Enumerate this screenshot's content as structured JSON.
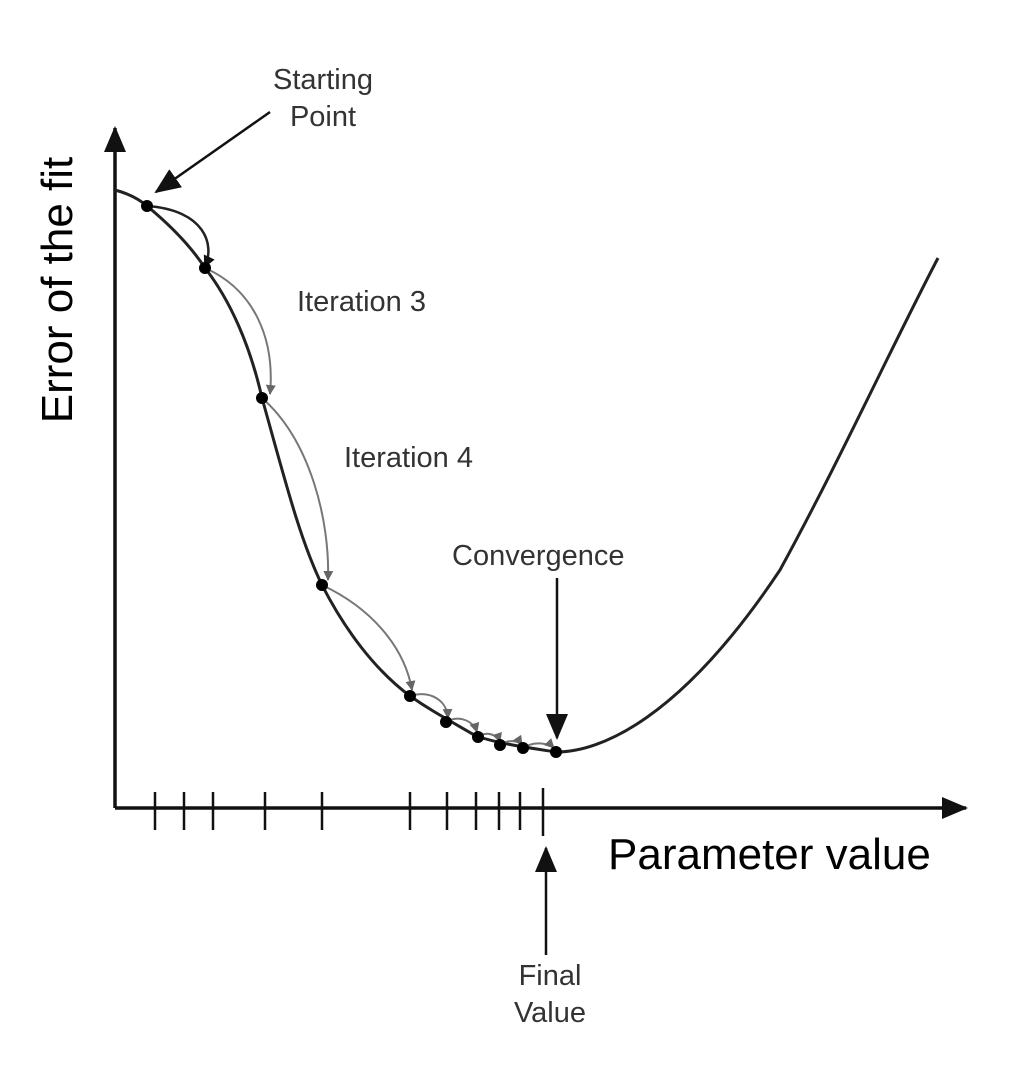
{
  "diagram": {
    "x_axis_label": "Parameter value",
    "y_axis_label": "Error of the fit",
    "annotations": {
      "starting_point": [
        "Starting",
        "Point"
      ],
      "iteration_3": "Iteration 3",
      "iteration_4": "Iteration 4",
      "convergence": "Convergence",
      "final_value": [
        "Final",
        "Value"
      ]
    },
    "iteration_point_count": 10,
    "colors": {
      "curve": "#222222",
      "step_arrows": "#777777",
      "axes": "#111111",
      "points": "#000000"
    }
  }
}
